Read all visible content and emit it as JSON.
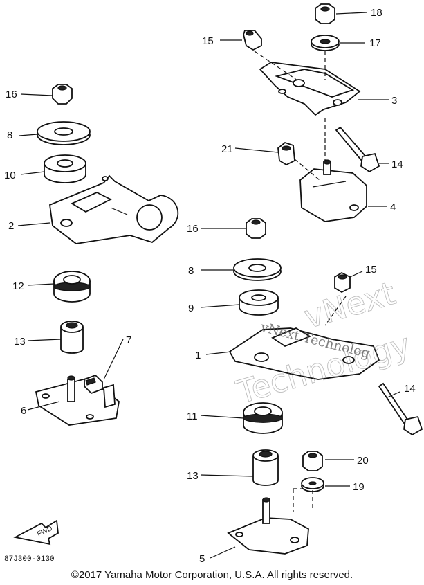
{
  "callouts": [
    "18",
    "17",
    "15",
    "3",
    "16",
    "8",
    "10",
    "21",
    "14",
    "4",
    "2",
    "16",
    "8",
    "15",
    "12",
    "9",
    "7",
    "1",
    "13",
    "14",
    "6",
    "11",
    "20",
    "13",
    "19",
    "5"
  ],
  "watermark": {
    "outline_line1": "vNext",
    "outline_line2": "Technology",
    "text": "vNext Technolog"
  },
  "fwd_label": "FWD",
  "ref_code": "87J300-0130",
  "copyright": "©2017 Yamaha Motor Corporation, U.S.A. All rights reserved."
}
